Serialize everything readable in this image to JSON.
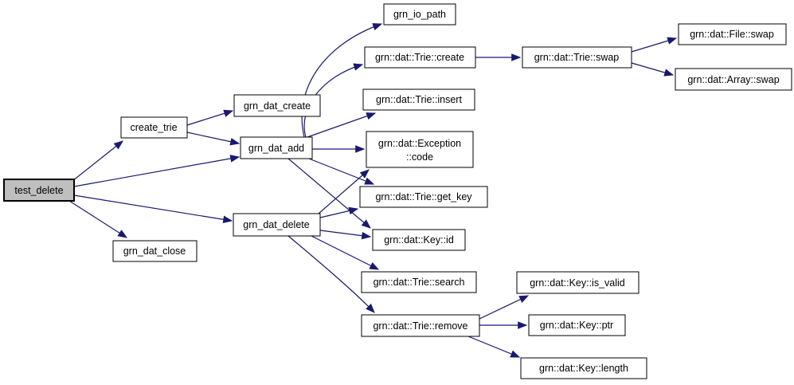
{
  "graph": {
    "type": "call-graph",
    "background_color": "#ffffff",
    "edge_color": "#191970",
    "node_fill": "#ffffff",
    "node_border_color": "#000000",
    "focus_node_fill": "#bfbfbf",
    "nodes": {
      "test_delete": "test_delete",
      "create_trie": "create_trie",
      "grn_dat_create": "grn_dat_create",
      "grn_dat_add": "grn_dat_add",
      "grn_dat_close": "grn_dat_close",
      "grn_dat_delete": "grn_dat_delete",
      "grn_io_path": "grn_io_path",
      "trie_create": "grn::dat::Trie::create",
      "trie_insert": "grn::dat::Trie::insert",
      "exception_code_line1": "grn::dat::Exception",
      "exception_code_line2": "::code",
      "trie_get_key": "grn::dat::Trie::get_key",
      "key_id": "grn::dat::Key::id",
      "trie_search": "grn::dat::Trie::search",
      "trie_remove": "grn::dat::Trie::remove",
      "key_is_valid": "grn::dat::Key::is_valid",
      "key_ptr": "grn::dat::Key::ptr",
      "key_length": "grn::dat::Key::length",
      "trie_swap": "grn::dat::Trie::swap",
      "file_swap": "grn::dat::File::swap",
      "array_swap": "grn::dat::Array::swap"
    },
    "edges": [
      {
        "from": "test_delete",
        "to": "create_trie"
      },
      {
        "from": "test_delete",
        "to": "grn_dat_add"
      },
      {
        "from": "test_delete",
        "to": "grn_dat_delete"
      },
      {
        "from": "test_delete",
        "to": "grn_dat_close"
      },
      {
        "from": "create_trie",
        "to": "grn_dat_create"
      },
      {
        "from": "create_trie",
        "to": "grn_dat_add"
      },
      {
        "from": "grn_dat_add",
        "to": "grn_io_path"
      },
      {
        "from": "grn_dat_add",
        "to": "trie_create"
      },
      {
        "from": "grn_dat_add",
        "to": "trie_insert"
      },
      {
        "from": "grn_dat_add",
        "to": "exception_code"
      },
      {
        "from": "grn_dat_add",
        "to": "trie_get_key"
      },
      {
        "from": "grn_dat_add",
        "to": "key_id"
      },
      {
        "from": "grn_dat_delete",
        "to": "exception_code"
      },
      {
        "from": "grn_dat_delete",
        "to": "trie_get_key"
      },
      {
        "from": "grn_dat_delete",
        "to": "key_id"
      },
      {
        "from": "grn_dat_delete",
        "to": "trie_search"
      },
      {
        "from": "grn_dat_delete",
        "to": "trie_remove"
      },
      {
        "from": "trie_create",
        "to": "trie_swap"
      },
      {
        "from": "trie_swap",
        "to": "file_swap"
      },
      {
        "from": "trie_swap",
        "to": "array_swap"
      },
      {
        "from": "trie_remove",
        "to": "key_is_valid"
      },
      {
        "from": "trie_remove",
        "to": "key_ptr"
      },
      {
        "from": "trie_remove",
        "to": "key_length"
      }
    ]
  }
}
